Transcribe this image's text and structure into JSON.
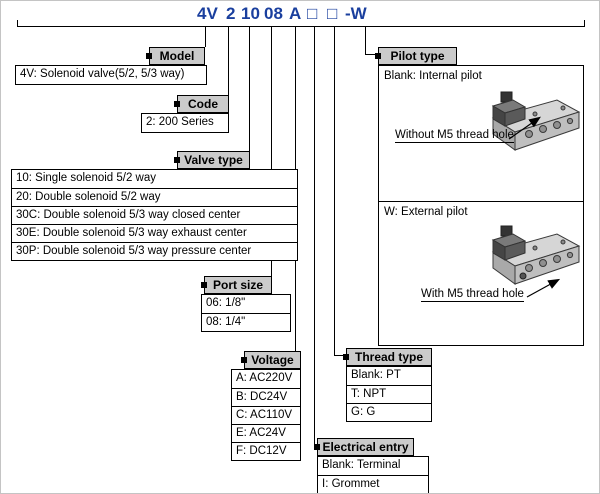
{
  "colors": {
    "title_blue": "#1a3f9e",
    "label_gray": "#cbcbcb"
  },
  "title": {
    "segments": [
      {
        "text": "4V"
      },
      {
        "text": "2"
      },
      {
        "text": "10"
      },
      {
        "text": "08"
      },
      {
        "text": "A"
      },
      {
        "text": "□"
      },
      {
        "text": "□"
      },
      {
        "text": "-W"
      }
    ]
  },
  "groups": {
    "model": {
      "label": "Model",
      "items": [
        "4V: Solenoid valve(5/2, 5/3 way)"
      ]
    },
    "code": {
      "label": "Code",
      "items": [
        "2: 200 Series"
      ]
    },
    "valve_type": {
      "label": "Valve type",
      "items": [
        "10: Single solenoid 5/2 way",
        "20: Double solenoid 5/2 way",
        "30C: Double solenoid 5/3 way closed center",
        "30E: Double solenoid 5/3 way exhaust center",
        "30P: Double solenoid 5/3 way pressure center"
      ]
    },
    "port_size": {
      "label": "Port size",
      "items": [
        "06: 1/8\"",
        "08: 1/4\""
      ]
    },
    "voltage": {
      "label": "Voltage",
      "items": [
        "A: AC220V",
        "B: DC24V",
        "C: AC110V",
        "E: AC24V",
        "F: DC12V"
      ]
    },
    "thread_type": {
      "label": "Thread type",
      "items": [
        "Blank: PT",
        "T: NPT",
        "G: G"
      ]
    },
    "electrical_entry": {
      "label": "Electrical entry",
      "items": [
        "Blank: Terminal",
        "I: Grommet"
      ]
    },
    "pilot_type": {
      "label": "Pilot type",
      "options": [
        {
          "title": "Blank: Internal pilot",
          "caption": "Without M5 thread hole"
        },
        {
          "title": "W: External pilot",
          "caption": "With M5 thread hole"
        }
      ]
    }
  }
}
